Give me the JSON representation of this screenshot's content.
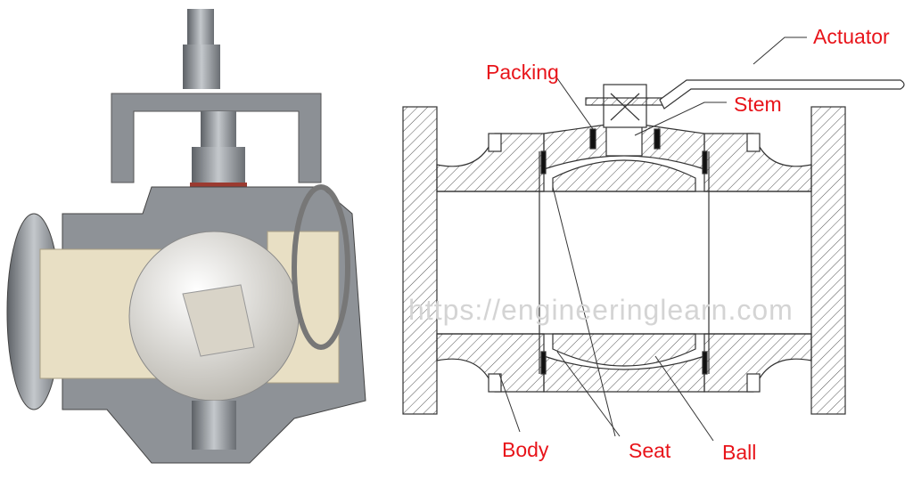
{
  "labels": {
    "actuator": "Actuator",
    "packing": "Packing",
    "stem": "Stem",
    "body": "Body",
    "seat": "Seat",
    "ball": "Ball"
  },
  "watermark": "https://engineeringlearn.com",
  "colors": {
    "label": "#e8141a",
    "steel": "#9a9ea3",
    "liner": "#e8dfc4",
    "seal": "#9b3a30"
  }
}
